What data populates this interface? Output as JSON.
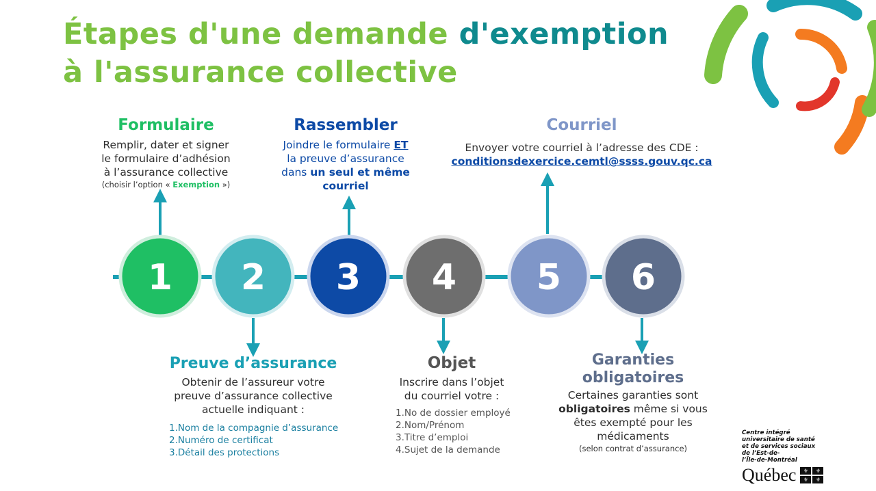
{
  "title": {
    "line1_part1": "Étapes d'une demande ",
    "line1_part2": "d'exemption",
    "line2": "à l'assurance collective"
  },
  "colors": {
    "step1": "#1fbf64",
    "step2": "#43b5bd",
    "step3": "#0d4aa6",
    "step4": "#6e6e6e",
    "step5": "#7f96c8",
    "step6": "#5e6e8c",
    "connector": "#1aa0b4",
    "title_green": "#7dc242",
    "title_teal": "#0f8a8e"
  },
  "steps": [
    {
      "number": "1"
    },
    {
      "number": "2"
    },
    {
      "number": "3"
    },
    {
      "number": "4"
    },
    {
      "number": "5"
    },
    {
      "number": "6"
    }
  ],
  "formulaire": {
    "heading": "Formulaire",
    "l1": "Remplir, dater et signer",
    "l2": "le formulaire d’adhésion",
    "l3": "à l’assurance collective",
    "note_pre": "(choisir l’option « ",
    "note_bold": "Exemption",
    "note_post": " »)"
  },
  "rassembler": {
    "heading": "Rassembler",
    "l1_pre": "Joindre le formulaire ",
    "l1_bold": "ET",
    "l2": "la preuve d’assurance",
    "l3_pre": "dans ",
    "l3_bold": "un seul et même",
    "l4_bold": "courriel"
  },
  "courriel": {
    "heading": "Courriel",
    "l1": "Envoyer votre courriel à l’adresse des CDE :",
    "email": "conditionsdexercice.cemtl@ssss.gouv.qc.ca"
  },
  "preuve": {
    "heading": "Preuve d’assurance",
    "l1": "Obtenir de l’assureur votre",
    "l2": "preuve d’assurance collective",
    "l3": "actuelle indiquant  :",
    "items": [
      "1.Nom de la compagnie d’assurance",
      "2.Numéro de certificat",
      "3.Détail des protections"
    ]
  },
  "objet": {
    "heading": "Objet",
    "l1": "Inscrire dans l’objet",
    "l2": "du courriel votre :",
    "items": [
      "1.No de dossier employé",
      "2.Nom/Prénom",
      "3.Titre d’emploi",
      "4.Sujet de la demande"
    ]
  },
  "garanties": {
    "heading1": "Garanties",
    "heading2": "obligatoires",
    "l1": "Certaines garanties sont",
    "l2_bold": "obligatoires",
    "l2_post": " même si vous",
    "l3": "êtes exempté pour les",
    "l4": "médicaments",
    "note": "(selon contrat d’assurance)"
  },
  "brand": {
    "l1": "Centre intégré",
    "l2": "universitaire de santé",
    "l3": "et de services sociaux",
    "l4": "de l’Est-de-",
    "l5": "l’Île-de-Montréal",
    "quebec": "Québec"
  }
}
